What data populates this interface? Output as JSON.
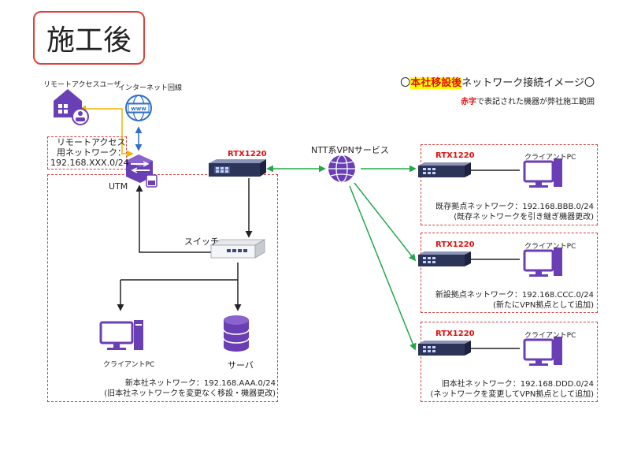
{
  "title": "施工後",
  "heading": {
    "prefix": "〇",
    "highlight": "本社移設後",
    "suffix": "ネットワーク接続イメージ〇"
  },
  "note": {
    "red": "赤字",
    "rest": "で表記された機器が弊社施工範囲"
  },
  "remote": {
    "user_label": "リモートアクセスユーザ",
    "internet_label": "インターネット回線",
    "network_line1": "リモートアクセス",
    "network_line2": "用ネットワーク：",
    "network_line3": "192.168.XXX.0/24",
    "utm_label": "UTM"
  },
  "hq": {
    "router_label": "RTX1220",
    "switch_label": "スイッチ",
    "client_label": "クライアントPC",
    "server_label": "サーバ",
    "network_line1": "新本社ネットワーク：192.168.AAA.0/24",
    "network_line2": "(旧本社ネットワークを変更なく移設・機器更改)"
  },
  "vpn": {
    "label": "NTT系VPNサービス"
  },
  "sites": [
    {
      "router_label": "RTX1220",
      "client_label": "クライアントPC",
      "network_line1": "既存拠点ネットワーク：192.168.BBB.0/24",
      "network_line2": "(既存ネットワークを引き継ぎ機器更改)"
    },
    {
      "router_label": "RTX1220",
      "client_label": "クライアントPC",
      "network_line1": "新設拠点ネットワーク：192.168.CCC.0/24",
      "network_line2": "(新たにVPN拠点として追加)"
    },
    {
      "router_label": "RTX1220",
      "client_label": "クライアントPC",
      "network_line1": "旧本社ネットワーク：192.168.DDD.0/24",
      "network_line2": "(ネットワークを変更してVPN拠点として追加)"
    }
  ],
  "colors": {
    "accent_red": "#e01010",
    "zone_border": "#d04040",
    "device_purple": "#6a3fb5",
    "vpn_line_green": "#22a84a",
    "internet_link_blue": "#2f6fc9",
    "remote_link_orange": "#f0b400",
    "highlight_yellow": "#ffff00"
  }
}
